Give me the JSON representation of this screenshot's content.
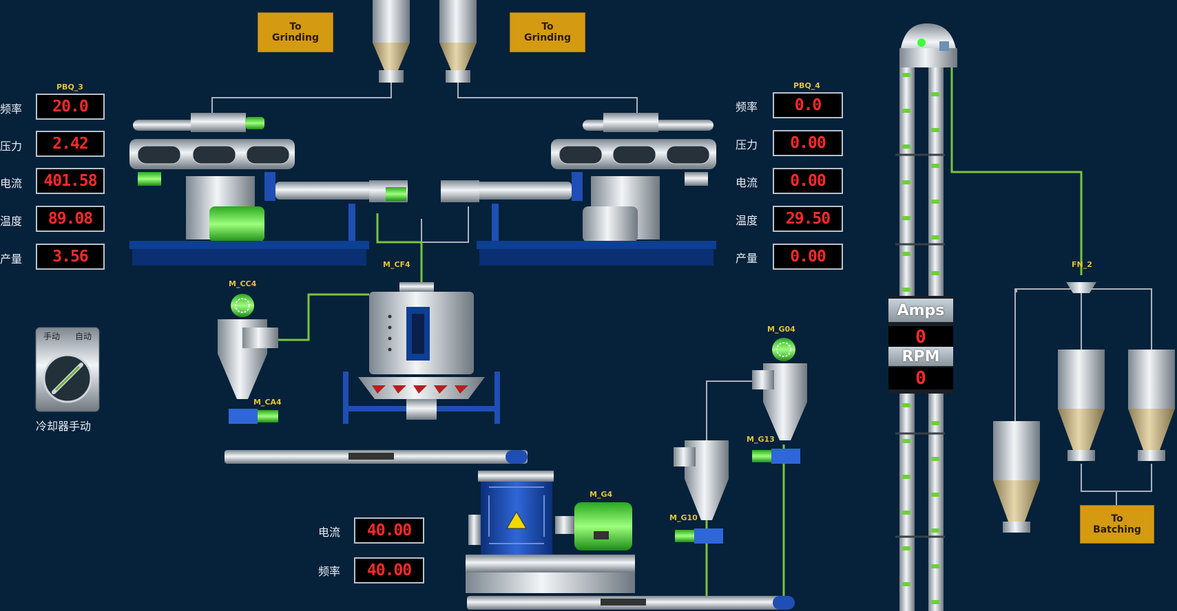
{
  "buttons": {
    "to_grinding_left": "To\nGrinding",
    "to_grinding_right": "To\nGrinding",
    "to_batching": "To\nBatching"
  },
  "left_pelletizer": {
    "tag": "PBQ_3",
    "rows": [
      {
        "label": "频率",
        "value": "20.0"
      },
      {
        "label": "压力",
        "value": "2.42"
      },
      {
        "label": "电流",
        "value": "401.58"
      },
      {
        "label": "温度",
        "value": "89.08"
      },
      {
        "label": "产量",
        "value": "3.56"
      }
    ]
  },
  "right_pelletizer": {
    "tag": "PBQ_4",
    "rows": [
      {
        "label": "频率",
        "value": "0.0"
      },
      {
        "label": "压力",
        "value": "0.00"
      },
      {
        "label": "电流",
        "value": "0.00"
      },
      {
        "label": "温度",
        "value": "29.50"
      },
      {
        "label": "产量",
        "value": "0.00"
      }
    ]
  },
  "crusher": {
    "rows": [
      {
        "label": "电流",
        "value": "40.00"
      },
      {
        "label": "频率",
        "value": "40.00"
      }
    ]
  },
  "elevator": {
    "amps_label": "Amps",
    "amps_value": "0",
    "rpm_label": "RPM",
    "rpm_value": "0"
  },
  "cooler_switch": {
    "manual_label": "手动",
    "auto_label": "自动",
    "caption": "冷却器手动"
  },
  "equipment_tags": {
    "cooler_fan": "M_CF4",
    "cyclone_fan": "M_CC4",
    "airlock": "M_CA4",
    "crusher_motor": "M_G4",
    "fan_g04": "M_G04",
    "airlock_g13": "M_G13",
    "airlock_g10": "M_G10",
    "diverter": "FN_2"
  },
  "colors": {
    "background": "#06213a",
    "button": "#d49a12",
    "display_text": "#ff2a2a",
    "pipe_green": "#7ac43a",
    "tag_yellow": "#e2c23a",
    "base_blue": "#0d3f92"
  }
}
